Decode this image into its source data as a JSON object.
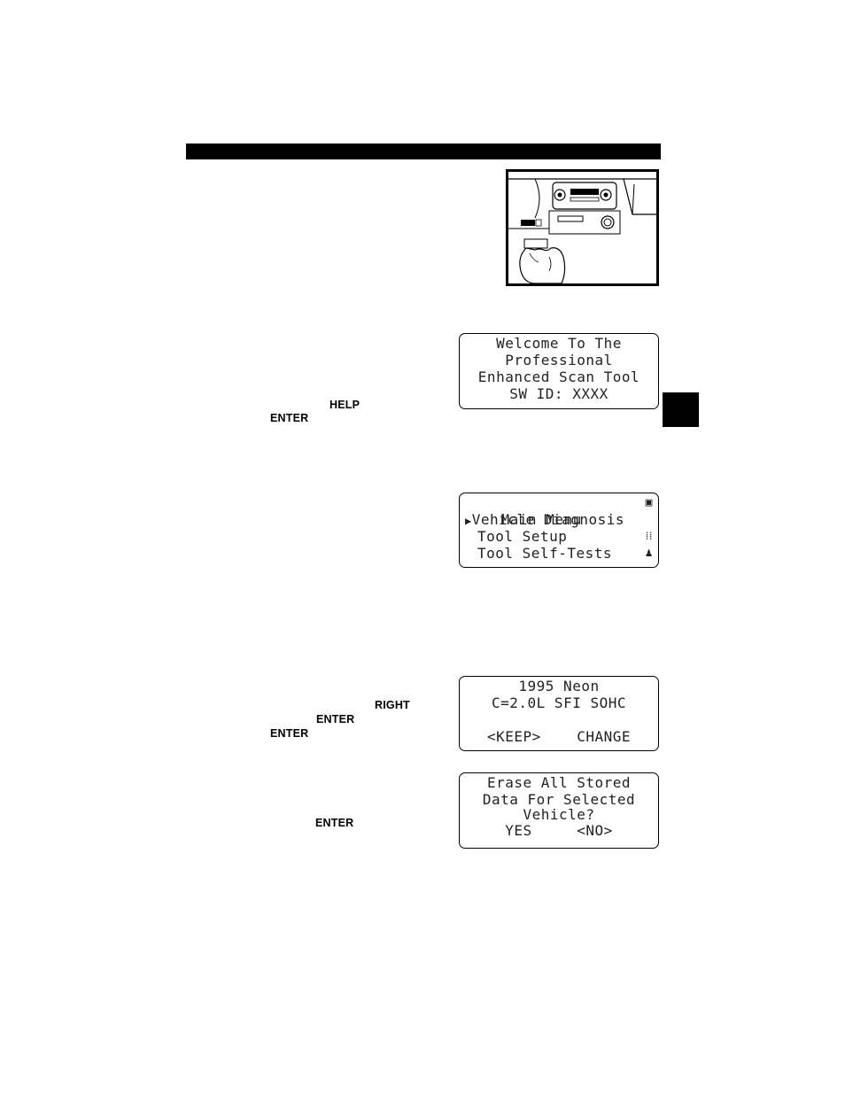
{
  "illustration": {
    "name": "obd-connector-illustration"
  },
  "screens": {
    "welcome": {
      "lines": [
        "Welcome To The",
        "Professional",
        "Enhanced Scan Tool",
        "SW ID: XXXX"
      ]
    },
    "main_menu": {
      "title": "Main Menu",
      "pointer": "▶",
      "items": [
        "Vehicle Diagnosis",
        "Tool Setup",
        "Tool Self-Tests"
      ],
      "icons": [
        "disk-icon",
        "setup-icon",
        "bell-icon"
      ]
    },
    "vehicle": {
      "lines": [
        "1995 Neon",
        "C=2.0L SFI SOHC",
        "",
        "<KEEP>    CHANGE"
      ]
    },
    "erase": {
      "lines": [
        "Erase All Stored",
        "Data For Selected",
        "Vehicle?",
        "YES     <NO>"
      ]
    }
  },
  "keys": {
    "help": "HELP",
    "enter_1": "ENTER",
    "right": "RIGHT",
    "enter_2": "ENTER",
    "enter_3": "ENTER",
    "enter_4": "ENTER"
  }
}
